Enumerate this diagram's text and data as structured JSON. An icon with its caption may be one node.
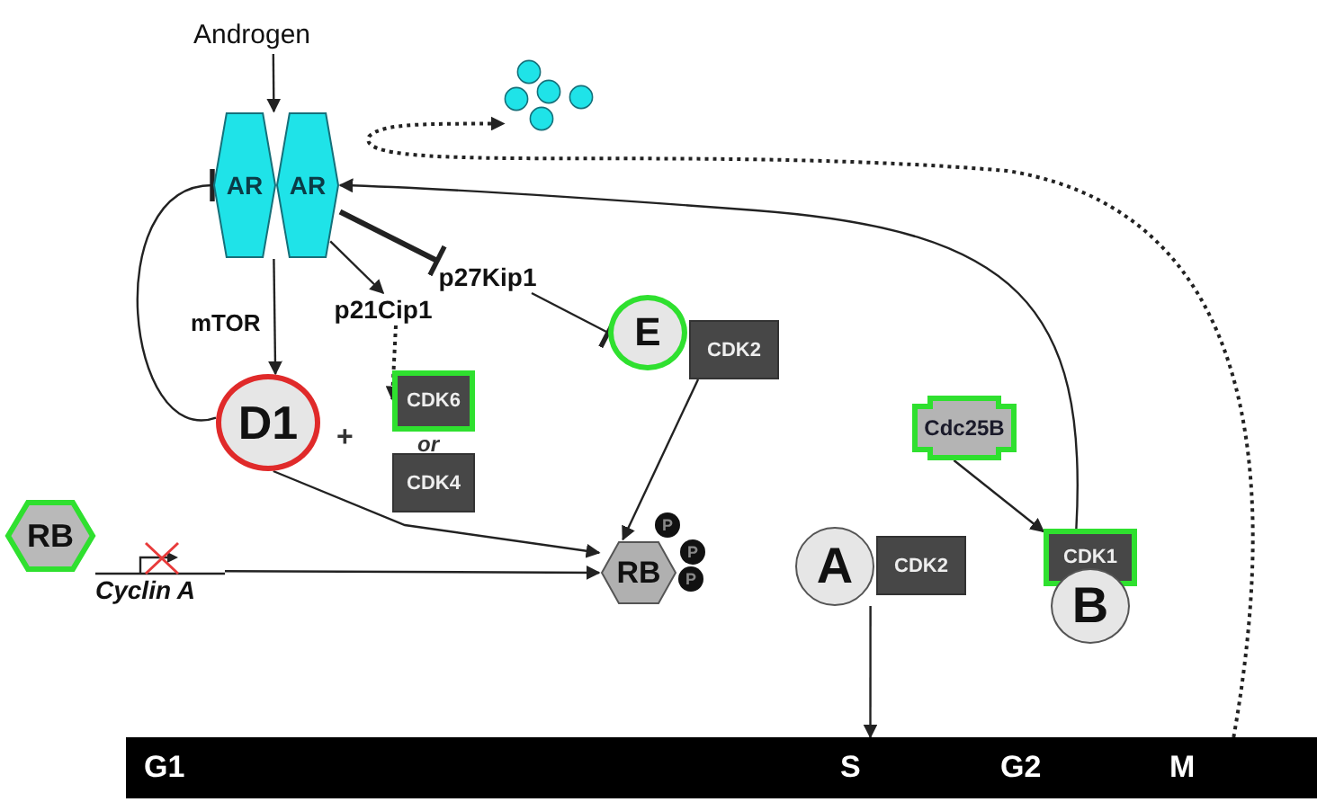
{
  "diagram": {
    "nodes": [
      {
        "text": [
          "Androgen"
        ]
      },
      {
        "text": [
          "AR"
        ]
      },
      {
        "text": [
          "AR"
        ]
      },
      {
        "text": [],
        "shape": "circle"
      },
      {
        "text": [
          "p27Kip1"
        ]
      },
      {
        "text": [
          "p21Cip1"
        ]
      },
      {
        "text": [
          "D1"
        ]
      },
      {
        "text": [
          "CDK6"
        ]
      },
      {
        "text": [
          "CDK4"
        ]
      },
      {
        "text": [
          "E"
        ]
      },
      {
        "text": [
          "CDK2"
        ]
      },
      {
        "text": [
          "Cdc25B"
        ]
      },
      {
        "text": [
          "RB"
        ]
      },
      {
        "text": [
          "Cyclin A"
        ]
      },
      {
        "text": [
          "RB"
        ]
      },
      {
        "text": [
          "P"
        ]
      },
      {
        "text": [
          "P"
        ]
      },
      {
        "text": [
          "P"
        ]
      },
      {
        "text": [
          "A"
        ]
      },
      {
        "text": [
          "CDK2"
        ]
      },
      {
        "text": [
          "CDK1"
        ]
      },
      {
        "text": [
          "B"
        ]
      },
      {
        "text": [
          "G1",
          "S",
          "G2",
          "M"
        ]
      }
    ],
    "edges": [
      {
        "from": 0,
        "to": 1,
        "arrow": "to"
      },
      {
        "from": 1,
        "to": 6,
        "arrow": "to",
        "label": "mTOR"
      },
      {
        "from": 2,
        "to": 5,
        "arrow": "to"
      },
      {
        "from": 2,
        "to": 4,
        "arrow": "other",
        "style": "thick"
      },
      {
        "from": 4,
        "to": 9,
        "arrow": "other"
      },
      {
        "from": 5,
        "to": 7,
        "arrow": "to",
        "style": "dashed"
      },
      {
        "from": 6,
        "to": 1,
        "arrow": "other"
      },
      {
        "from": 22,
        "to": 3,
        "arrow": "to",
        "style": "dashed"
      },
      {
        "from": 20,
        "to": 2,
        "arrow": "to"
      },
      {
        "from": 6,
        "to": 14,
        "arrow": "to"
      },
      {
        "from": 10,
        "to": 14,
        "arrow": "to"
      },
      {
        "from": 13,
        "to": 14,
        "arrow": "to"
      },
      {
        "from": 11,
        "to": 20,
        "arrow": "to"
      },
      {
        "from": 18,
        "to": 22,
        "arrow": "to"
      }
    ],
    "labels": [
      "+",
      "or"
    ]
  }
}
